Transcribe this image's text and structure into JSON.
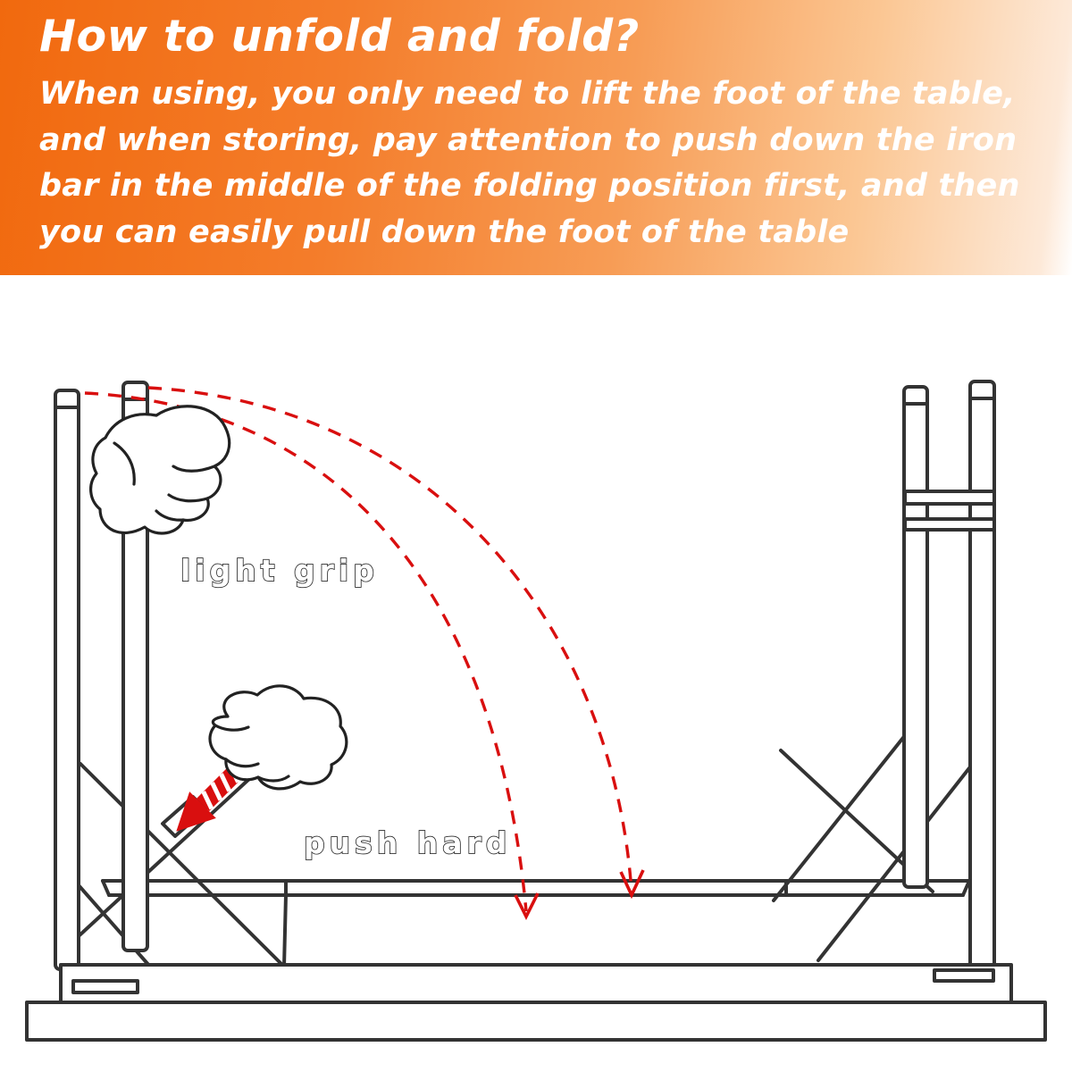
{
  "banner": {
    "title": "How to unfold and fold?",
    "body": "When using, you only need to lift the foot of the table, and when storing, pay attention to push down the iron bar in the middle of the folding position first, and then you can easily pull down the foot of the table"
  },
  "diagram": {
    "labels": {
      "light_grip": "light grip",
      "push_hard": "push hard"
    },
    "colors": {
      "arrow_red": "#d90f0f",
      "line": "#333333",
      "banner_orange": "#f1690e"
    }
  }
}
